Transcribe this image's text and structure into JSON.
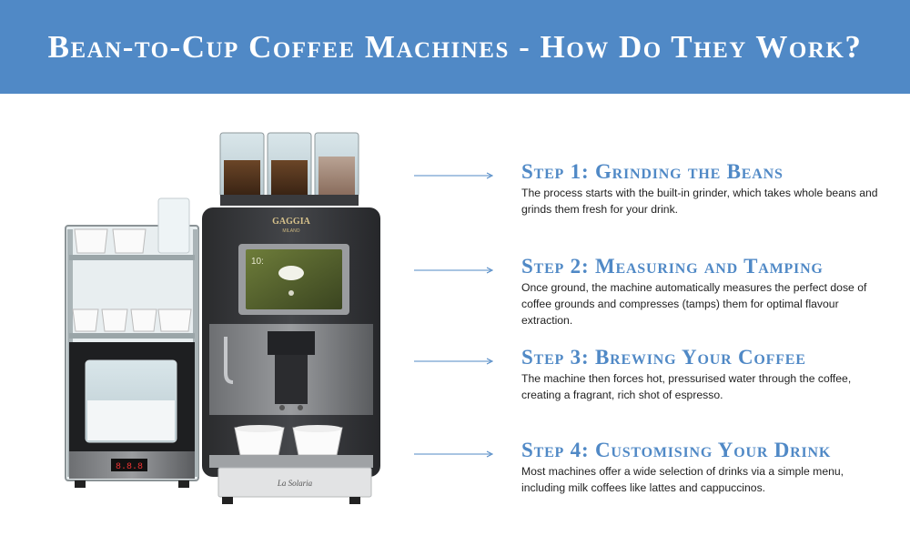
{
  "header": {
    "title": "Bean-to-Cup Coffee Machines - How Do They Work?"
  },
  "machine": {
    "brand": "GAGGIA",
    "brand_sub": "MILANO",
    "screen_text": "10:",
    "signature": "La Solaria",
    "display_readout": "8.8.8"
  },
  "steps": [
    {
      "title": "Step 1: Grinding the Beans",
      "body": "The process starts with the built-in grinder, which takes whole beans and grinds them fresh for your drink."
    },
    {
      "title": "Step 2: Measuring and Tamping",
      "body": "Once ground, the machine automatically measures the perfect dose of coffee grounds and compresses (tamps) them for optimal flavour extraction."
    },
    {
      "title": "Step 3: Brewing Your Coffee",
      "body": "The machine then forces hot, pressurised water through the coffee, creating a fragrant, rich shot of espresso."
    },
    {
      "title": "Step 4: Customising Your Drink",
      "body": "Most machines offer a wide selection of drinks via a simple menu, including milk coffees like lattes and cappuccinos."
    }
  ],
  "colors": {
    "accent": "#5089c6",
    "text": "#222222",
    "background": "#ffffff"
  }
}
